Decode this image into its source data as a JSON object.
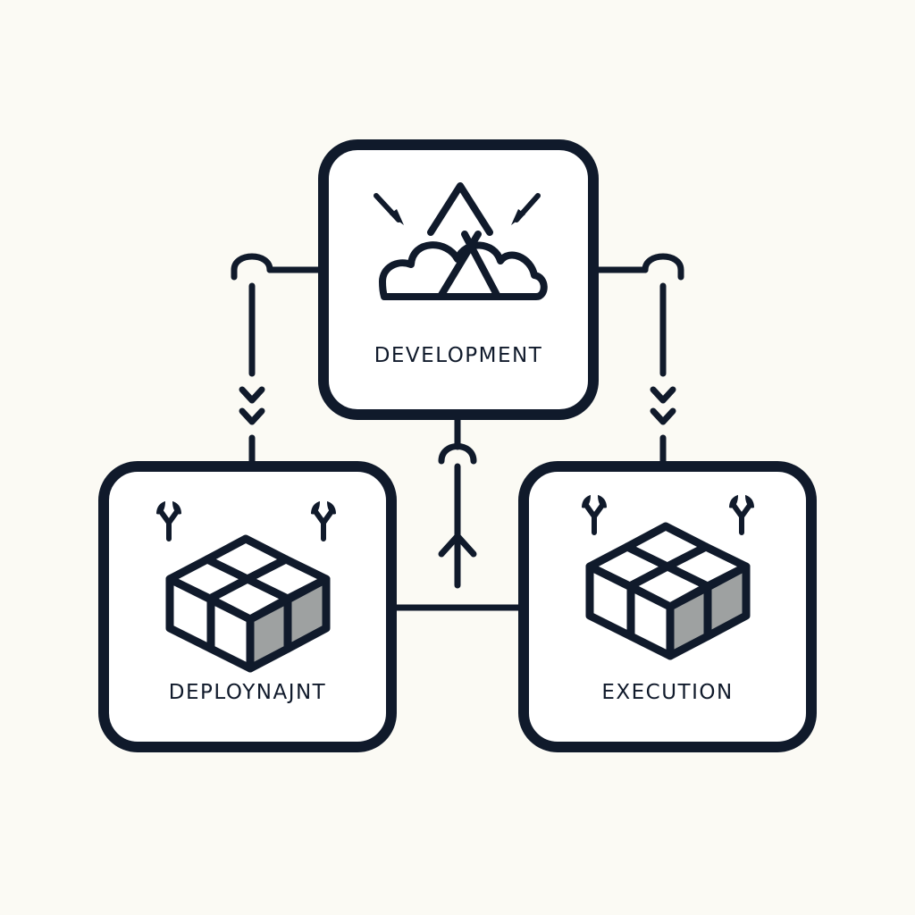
{
  "colors": {
    "background": "#fbfaf4",
    "stroke": "#101a2b",
    "box_fill": "#ffffff",
    "cube_shade": "#9ea1a1"
  },
  "nodes": {
    "development": {
      "label": "DEVELOPMENT",
      "icon": "cloud-mountain-icon"
    },
    "deployment": {
      "label": "DEPLOYNAJNT",
      "icon": "cube-grid-icon"
    },
    "execution": {
      "label": "EXECUTION",
      "icon": "cube-grid-icon"
    }
  }
}
